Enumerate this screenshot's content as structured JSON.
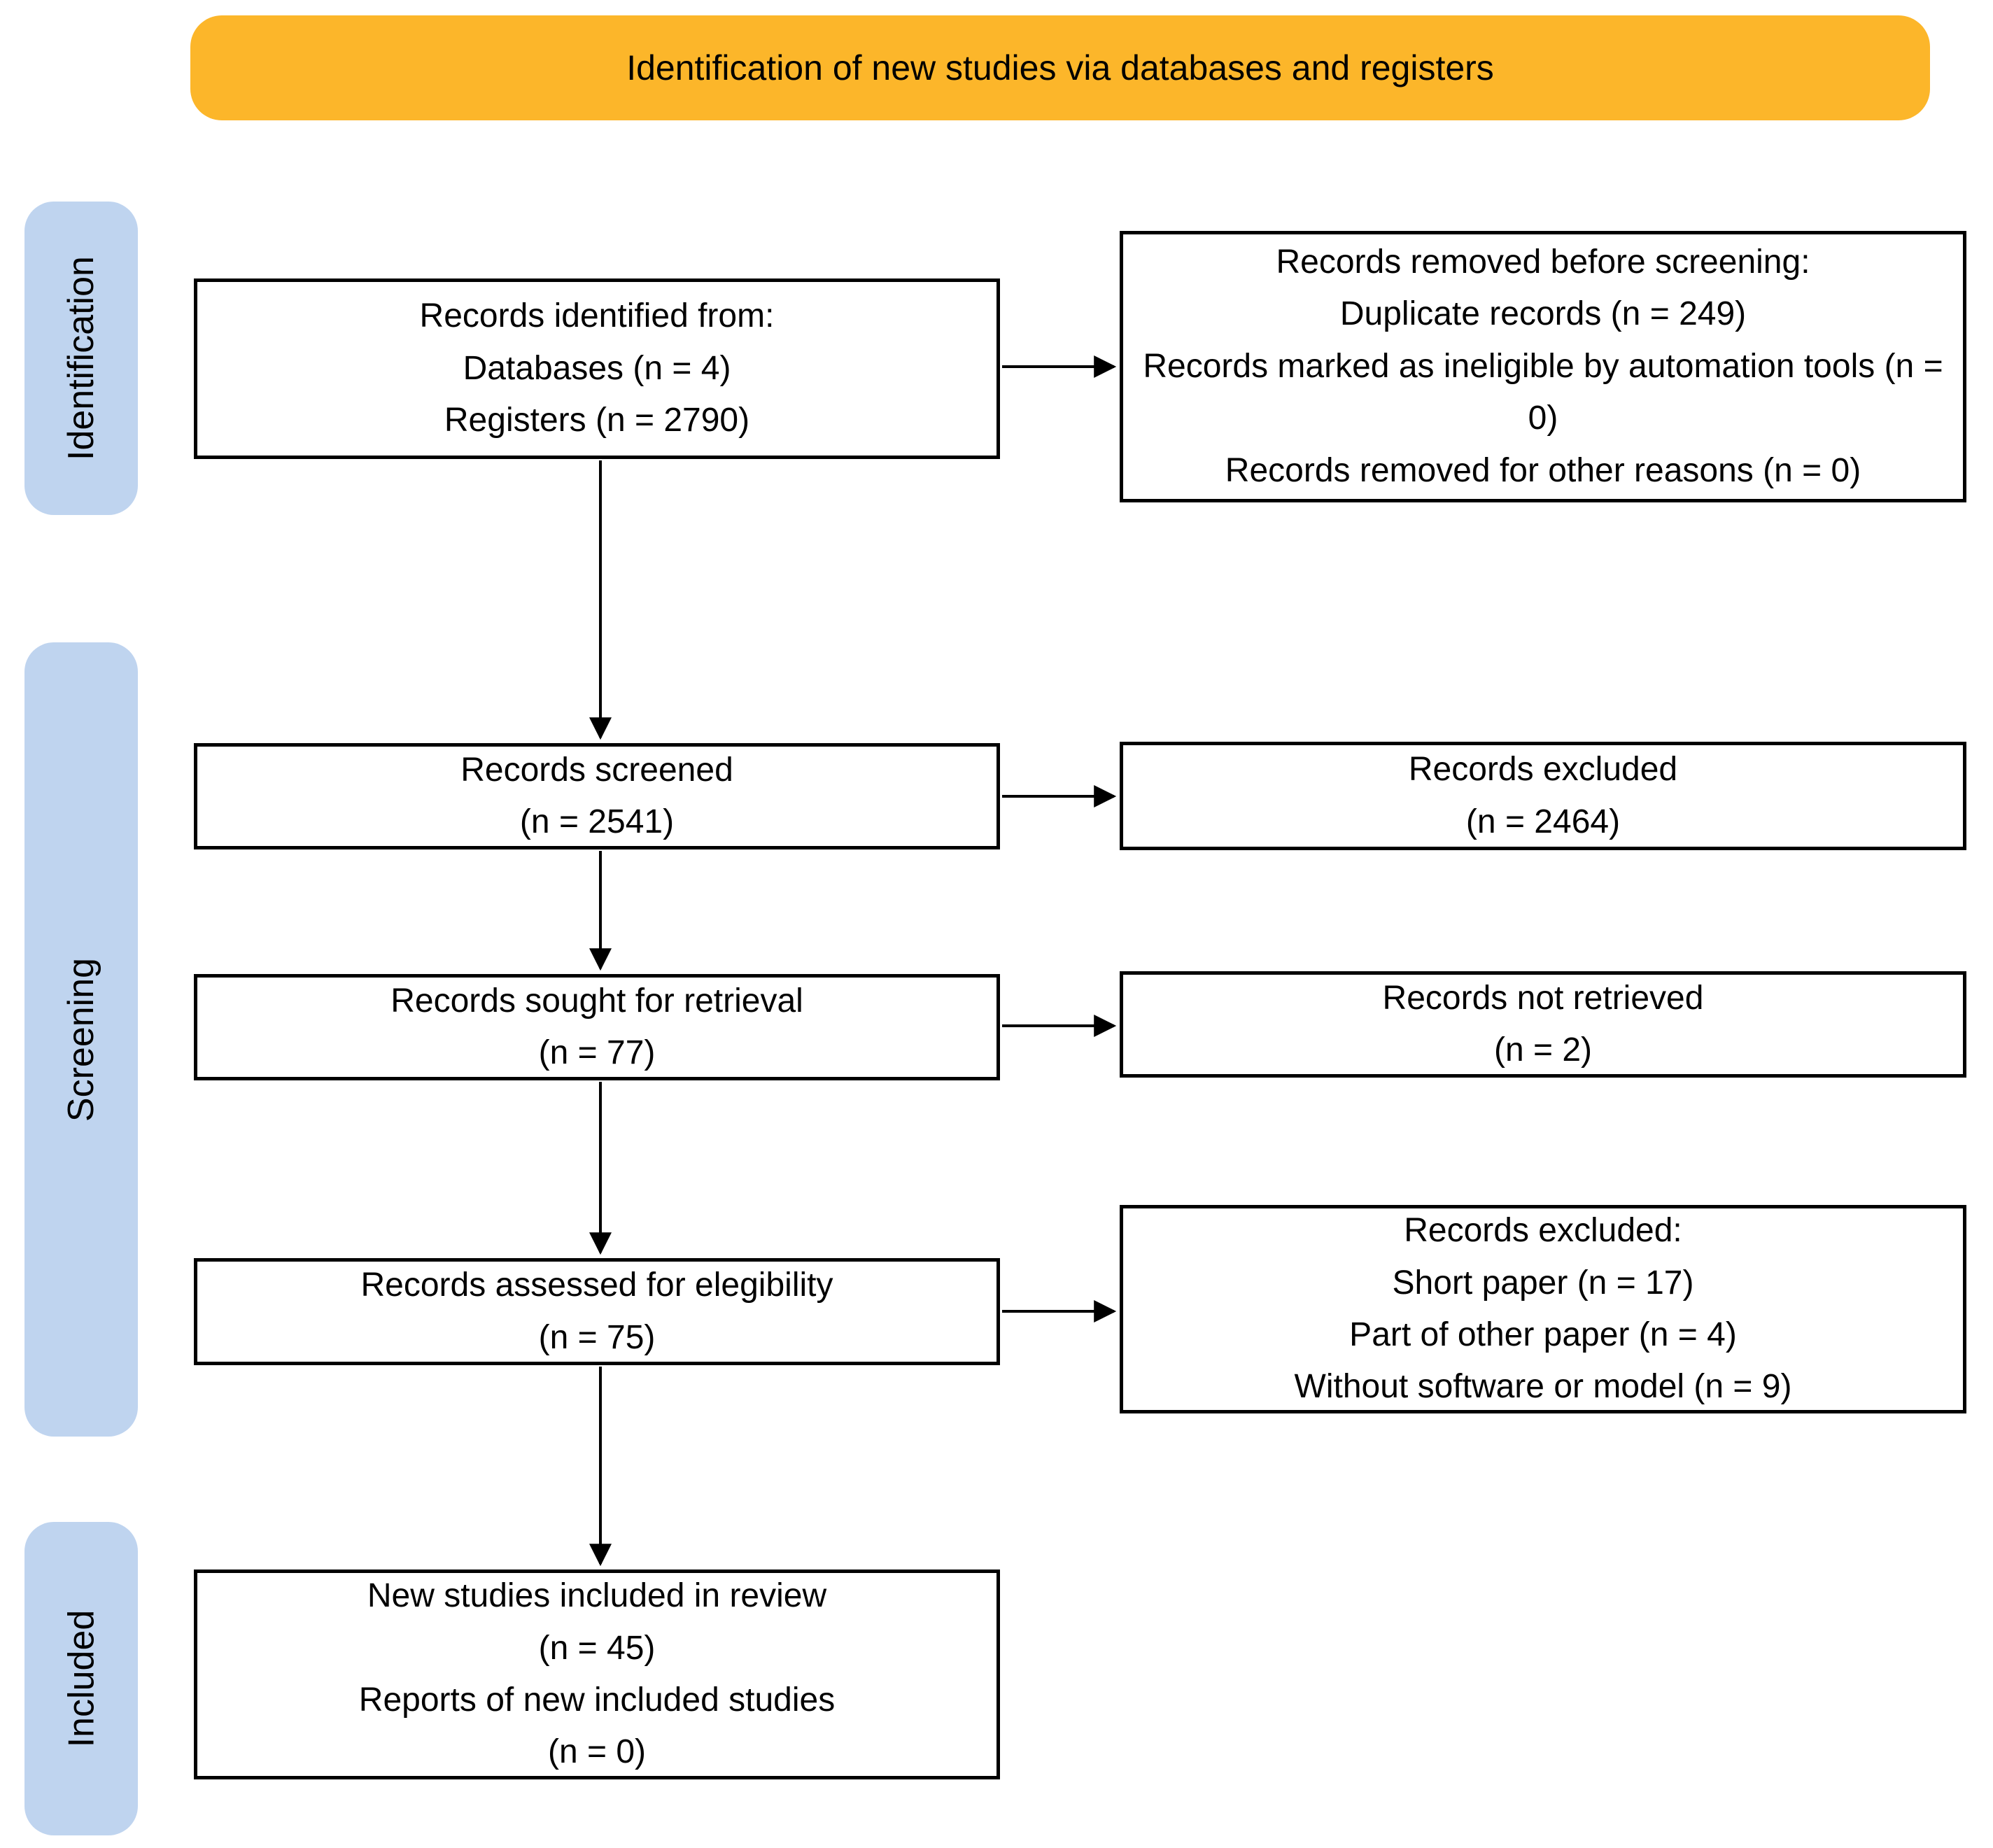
{
  "banner": {
    "title": "Identification of new studies via databases and registers"
  },
  "stages": [
    {
      "label": "Identification"
    },
    {
      "label": "Screening"
    },
    {
      "label": "Included"
    }
  ],
  "boxes": {
    "identified": {
      "lines": [
        "Records identified from:",
        "Databases (n = 4)",
        "Registers (n = 2790)"
      ]
    },
    "removed_before_screening": {
      "lines": [
        "Records removed before screening:",
        "Duplicate records (n = 249)",
        "Records marked as ineligible by automation tools (n = 0)",
        "Records removed for other reasons (n = 0)"
      ]
    },
    "screened": {
      "lines": [
        "Records screened",
        "(n = 2541)"
      ]
    },
    "excluded_screening": {
      "lines": [
        "Records excluded",
        "(n = 2464)"
      ]
    },
    "sought_for_retrieval": {
      "lines": [
        "Records sought for retrieval",
        "(n = 77)"
      ]
    },
    "not_retrieved": {
      "lines": [
        "Records not retrieved",
        "(n = 2)"
      ]
    },
    "assessed_for_eligibility": {
      "lines": [
        "Records assessed for elegibility",
        "(n = 75)"
      ]
    },
    "excluded_assessment": {
      "lines": [
        "Records excluded:",
        "Short paper (n = 17)",
        "Part of other paper (n = 4)",
        "Without software or model (n = 9)"
      ]
    },
    "included_in_review": {
      "lines": [
        "New studies included in review",
        "(n = 45)",
        "Reports of new included studies",
        "(n = 0)"
      ]
    }
  },
  "colors": {
    "banner_bg": "#FCB62A",
    "stage_bg": "#BFD4EF",
    "box_border": "#000000",
    "arrow": "#000000",
    "background": "#FFFFFF"
  }
}
